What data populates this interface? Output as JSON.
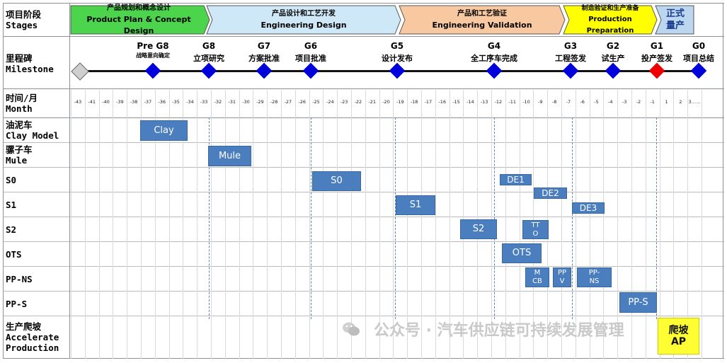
{
  "rows": {
    "stages": {
      "cn": "项目阶段",
      "en": "Stages"
    },
    "milestone": {
      "cn": "里程碑",
      "en": "Milestone"
    },
    "month": {
      "cn": "时间/月",
      "en": "Month"
    },
    "clay": {
      "cn": "油泥车",
      "en": "Clay Model"
    },
    "mule": {
      "cn": "骡子车",
      "en": "Mule"
    },
    "s0": {
      "cn": "S0"
    },
    "s1": {
      "cn": "S1"
    },
    "s2": {
      "cn": "S2"
    },
    "ots": {
      "cn": "OTS"
    },
    "ppns": {
      "cn": "PP-NS"
    },
    "pps": {
      "cn": "PP-S"
    },
    "accel": {
      "cn": "生产爬坡",
      "en": "Accelerate",
      "en2": "Production"
    }
  },
  "stages": [
    {
      "cn": "产品规划和概念设计",
      "en": "Product Plan & Concept Design",
      "color": "#4cd44c"
    },
    {
      "cn": "产品设计和工艺开发",
      "en": "Engineering Design",
      "color": "#cfe8f7"
    },
    {
      "cn": "产品和工艺验证",
      "en": "Engineering Validation",
      "color": "#f8c9a0"
    },
    {
      "cn": "制造验证和生产准备",
      "en": "Production Preparation",
      "color": "#ffff00"
    },
    {
      "cn": "正式",
      "en": "量产",
      "color": "#bcd6ef"
    }
  ],
  "milestones": [
    {
      "gate": "Pre G8",
      "cn": "战略意向确定",
      "color": "#0000dd"
    },
    {
      "gate": "G8",
      "cn": "立项研究",
      "color": "#0000dd"
    },
    {
      "gate": "G7",
      "cn": "方案批准",
      "color": "#0000dd"
    },
    {
      "gate": "G6",
      "cn": "项目批准",
      "color": "#0000dd"
    },
    {
      "gate": "G5",
      "cn": "设计发布",
      "color": "#0000dd"
    },
    {
      "gate": "G4",
      "cn": "全工序车完成",
      "color": "#0000dd"
    },
    {
      "gate": "G3",
      "cn": "工程签发",
      "color": "#0000dd"
    },
    {
      "gate": "G2",
      "cn": "试生产",
      "color": "#0000dd"
    },
    {
      "gate": "G1",
      "cn": "投产签发",
      "color": "#ee0000"
    },
    {
      "gate": "G0",
      "cn": "项目总结",
      "color": "#0000dd"
    }
  ],
  "months": [
    "-43",
    "-41",
    "-40",
    "-39",
    "-38",
    "-37",
    "-36",
    "-35",
    "-34",
    "-33",
    "-32",
    "-31",
    "-30",
    "-29",
    "-28",
    "-27",
    "-26",
    "-25",
    "-24",
    "-23",
    "-22",
    "-21",
    "-20",
    "-19",
    "-18",
    "-17",
    "-16",
    "-15",
    "-14",
    "-13",
    "-12",
    "-11",
    "-10",
    "-9",
    "-8",
    "-7",
    "-6",
    "-5",
    "-4",
    "-3",
    "-2",
    "-1",
    "1",
    "2",
    "3……"
  ],
  "bars": [
    {
      "label": "Clay",
      "row": "clay"
    },
    {
      "label": "Mule",
      "row": "mule"
    },
    {
      "label": "S0",
      "row": "s0"
    },
    {
      "label": "DE1",
      "row": "s0"
    },
    {
      "label": "DE2",
      "row": "s0"
    },
    {
      "label": "S1",
      "row": "s1"
    },
    {
      "label": "DE3",
      "row": "s1"
    },
    {
      "label": "S2",
      "row": "s2"
    },
    {
      "label": "TT\nO",
      "row": "s2"
    },
    {
      "label": "OTS",
      "row": "ots"
    },
    {
      "label": "M\nCB",
      "row": "ppns"
    },
    {
      "label": "PP\nV",
      "row": "ppns"
    },
    {
      "label": "PP-\nNS",
      "row": "ppns"
    },
    {
      "label": "PP-S",
      "row": "pps"
    },
    {
      "label": "爬坡\nAP",
      "row": "accel"
    }
  ],
  "watermark": "公众号 · 汽车供应链可持续发展管理"
}
